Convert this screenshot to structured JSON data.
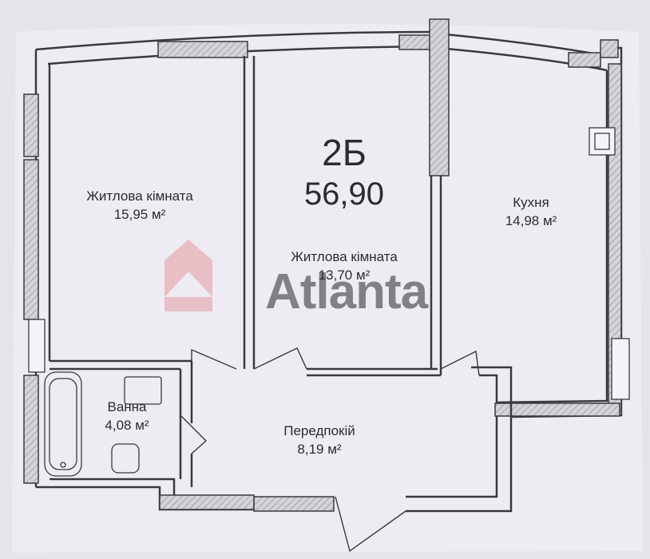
{
  "plan": {
    "unit": {
      "code": "2Б",
      "total_area": "56,90"
    },
    "rooms": [
      {
        "key": "living1",
        "name": "Житлова кімната",
        "area": "15,95 м²"
      },
      {
        "key": "living2",
        "name": "Житлова кімната",
        "area": "13,70 м²"
      },
      {
        "key": "kitchen",
        "name": "Кухня",
        "area": "14,98 м²"
      },
      {
        "key": "bath",
        "name": "Ванна",
        "area": "4,08 м²"
      },
      {
        "key": "hall",
        "name": "Передпокій",
        "area": "8,19 м²"
      }
    ],
    "watermark": {
      "brand": "Atlanta",
      "logo_color": "#e6b0b6",
      "text_color": "#6e6e72"
    },
    "colors": {
      "paper": "#eeecf2",
      "wall": "#3a3a3e",
      "hatch": "#9a9aa0"
    }
  }
}
